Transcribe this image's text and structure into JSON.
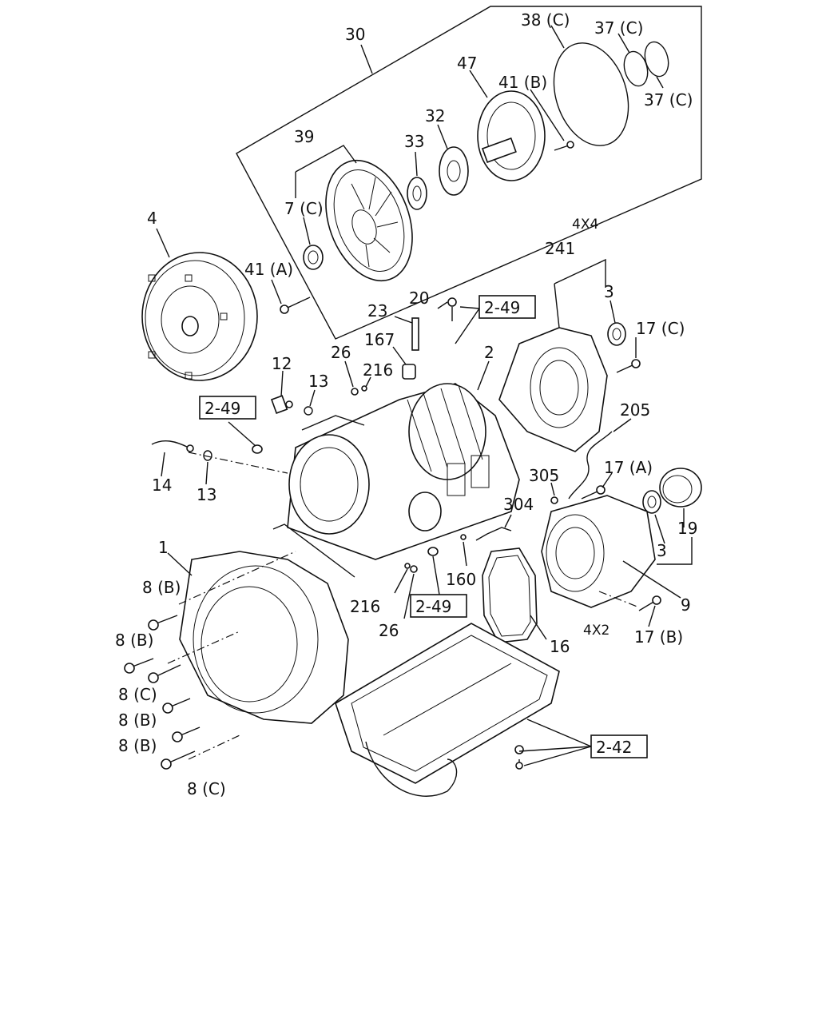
{
  "labels": {
    "l30": "30",
    "l38c": "38 (C)",
    "l37c_top": "37 (C)",
    "l37c_right": "37 (C)",
    "l47": "47",
    "l41b": "41 (B)",
    "l32": "32",
    "l33": "33",
    "l39": "39",
    "l7c": "7 (C)",
    "l4": "4",
    "l41a": "41 (A)",
    "l4x4": "4X4",
    "l241": "241",
    "l3_top": "3",
    "l17c": "17 (C)",
    "l20": "20",
    "l23": "23",
    "l167": "167",
    "l26_top": "26",
    "l216_top": "216",
    "l12": "12",
    "l13_top": "13",
    "l2": "2",
    "l205": "205",
    "l14": "14",
    "l13_bottom": "13",
    "l305": "305",
    "l17a": "17 (A)",
    "l304": "304",
    "l19": "19",
    "l3_bottom": "3",
    "l1": "1",
    "l8b_1": "8 (B)",
    "l8b_2": "8 (B)",
    "l8c_1": "8 (C)",
    "l8b_3": "8 (B)",
    "l8b_4": "8 (B)",
    "l8c_2": "8 (C)",
    "l160": "160",
    "l216_bottom": "216",
    "l26_bottom": "26",
    "l16": "16",
    "l9": "9",
    "l4x2": "4X2",
    "l17b": "17 (B)"
  },
  "refs": {
    "r249_top": "2-49",
    "r249_left": "2-49",
    "r249_bottom": "2-49",
    "r242": "2-42"
  }
}
